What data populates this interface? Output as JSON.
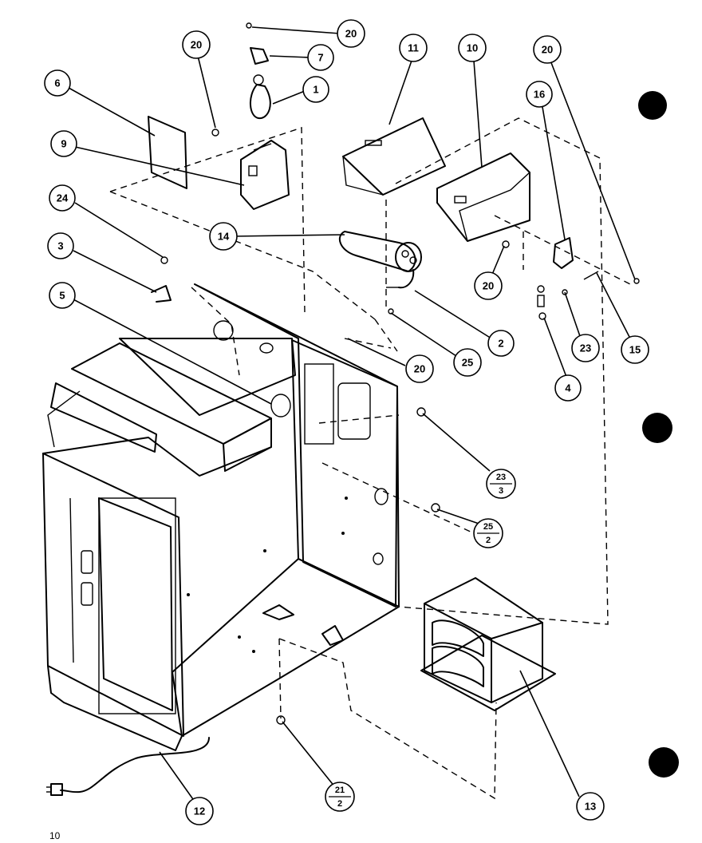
{
  "callouts": [
    {
      "id": "c20a",
      "label": "20"
    },
    {
      "id": "c7",
      "label": "7"
    },
    {
      "id": "c1",
      "label": "1"
    },
    {
      "id": "c20b",
      "label": "20"
    },
    {
      "id": "c6",
      "label": "6"
    },
    {
      "id": "c9",
      "label": "9"
    },
    {
      "id": "c11",
      "label": "11"
    },
    {
      "id": "c10",
      "label": "10"
    },
    {
      "id": "c20c",
      "label": "20"
    },
    {
      "id": "c16",
      "label": "16"
    },
    {
      "id": "c24",
      "label": "24"
    },
    {
      "id": "c14",
      "label": "14"
    },
    {
      "id": "c3",
      "label": "3"
    },
    {
      "id": "c5",
      "label": "5"
    },
    {
      "id": "c20d",
      "label": "20"
    },
    {
      "id": "c2",
      "label": "2"
    },
    {
      "id": "c25",
      "label": "25"
    },
    {
      "id": "c20e",
      "label": "20"
    },
    {
      "id": "c23",
      "label": "23"
    },
    {
      "id": "c15",
      "label": "15"
    },
    {
      "id": "c4",
      "label": "4"
    },
    {
      "id": "c12",
      "label": "12"
    },
    {
      "id": "c13",
      "label": "13"
    }
  ],
  "fraction_callouts": [
    {
      "id": "f23",
      "top": "23",
      "bottom": "3"
    },
    {
      "id": "f25",
      "top": "25",
      "bottom": "2"
    },
    {
      "id": "f21",
      "top": "21",
      "bottom": "2"
    }
  ],
  "page_number": "10"
}
